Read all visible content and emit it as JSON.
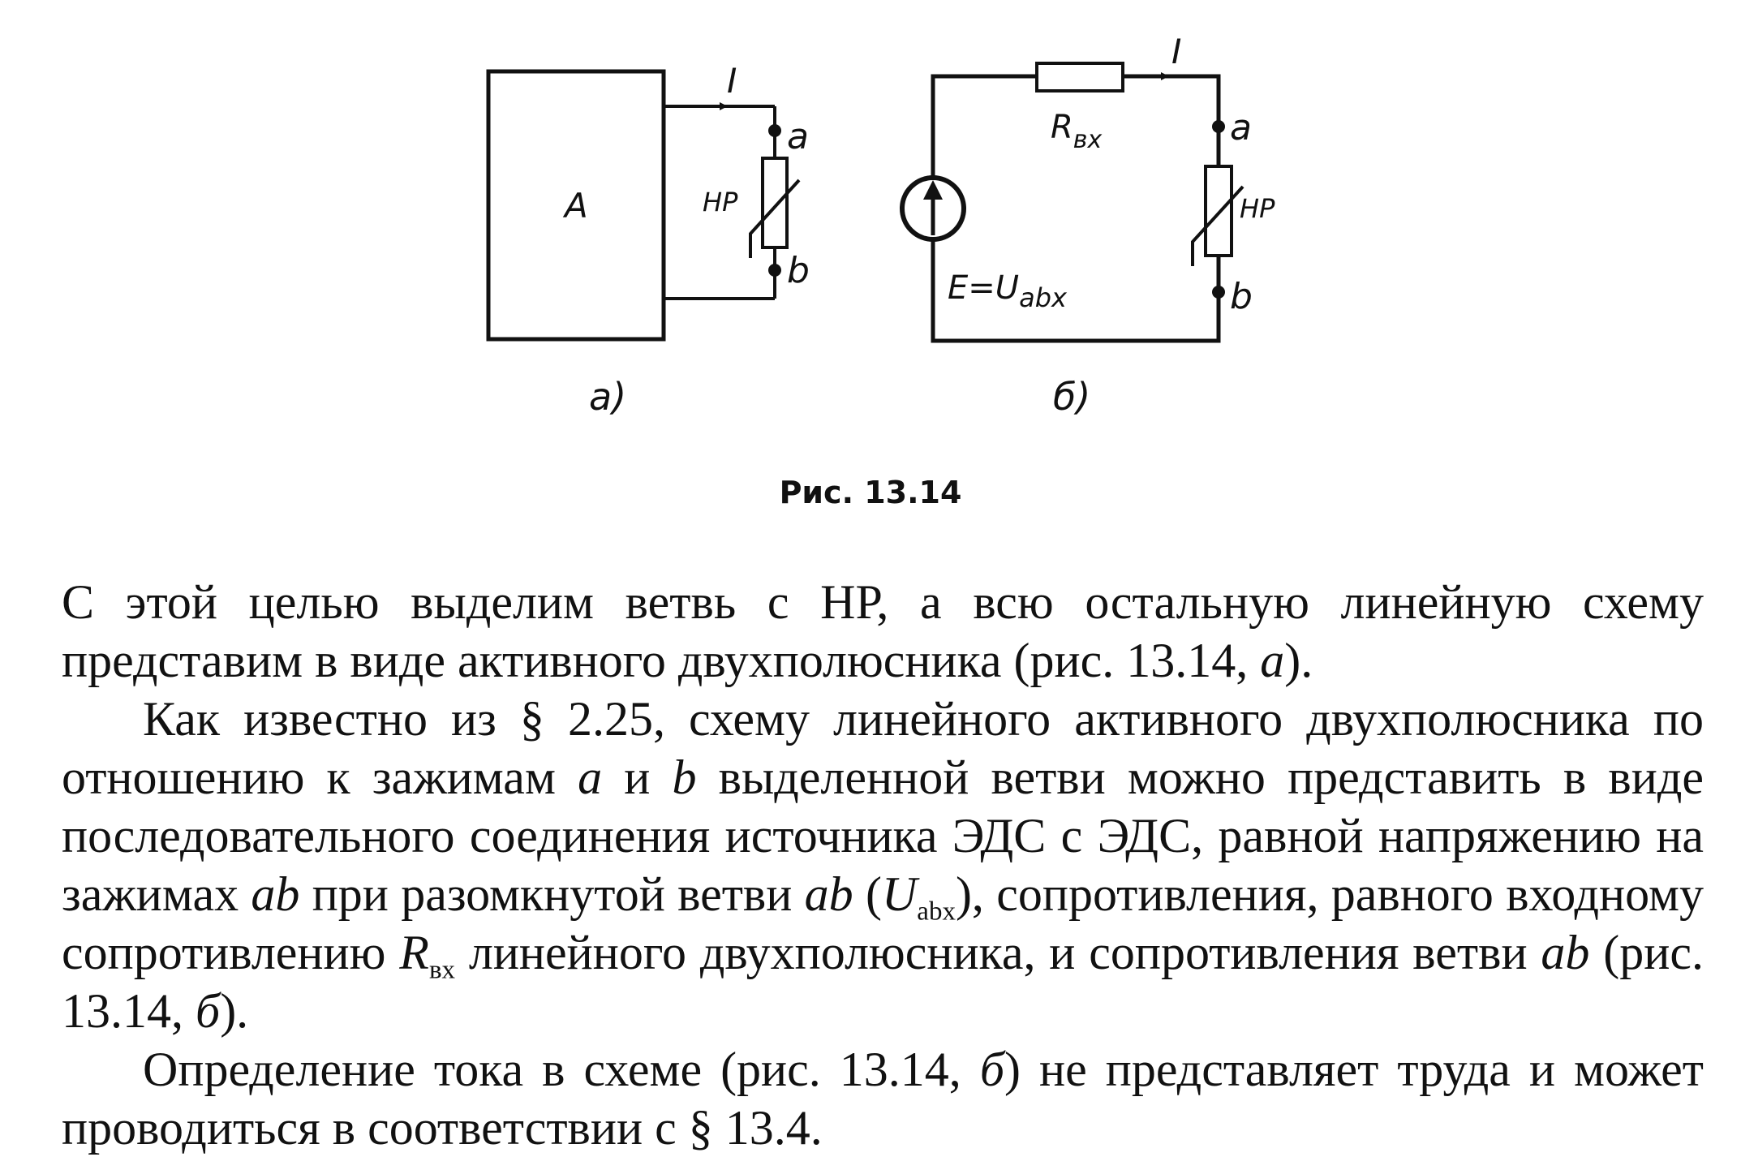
{
  "figure": {
    "a": {
      "block_label": "A",
      "current_label": "I",
      "terminal_a": "a",
      "terminal_b": "b",
      "element_label": "HP",
      "panel_label": "a)"
    },
    "b": {
      "current_label": "I",
      "resistor_label": "R",
      "resistor_sub": "вx",
      "terminal_a": "a",
      "terminal_b": "b",
      "element_label": "HP",
      "source_label": "E=U",
      "source_sub": "abx",
      "panel_label": "б)"
    },
    "caption": "Рис. 13.14"
  },
  "text": {
    "p1_text": "С этой целью выделим ветвь с НР, а всю остальную линейную схему представим в виде активного двухполюсника (рис. 13.14, ",
    "p1_it": "а",
    "p1_end": ").",
    "p2_s1": "Как известно из § 2.25, схему линейного активного двухполюсника по отношению к зажимам ",
    "p2_a": "a",
    "p2_and": " и ",
    "p2_b": "b",
    "p2_s2": " выделенной ветви можно представить в виде последовательного соединения источника ЭДС с ЭДС, равной напряжению на зажимах ",
    "p2_ab1": "ab",
    "p2_s3": " при разомкнутой ветви ",
    "p2_ab2": "ab",
    "p2_s4": " (",
    "p2_U": "U",
    "p2_Usub": "abx",
    "p2_s5": "), сопротивления, равного входному сопротивлению ",
    "p2_R": "R",
    "p2_Rsub": "вх",
    "p2_s6": " линейного двухполюсника, и сопротивления ветви ",
    "p2_ab3": "ab",
    "p2_s7": " (рис. 13.14, ",
    "p2_b2": "б",
    "p2_end": ").",
    "p3_s1": "Определение тока в схеме (рис. 13.14, ",
    "p3_b": "б",
    "p3_s2": ") не представляет труда и может проводиться в соответствии с § 13.4."
  }
}
